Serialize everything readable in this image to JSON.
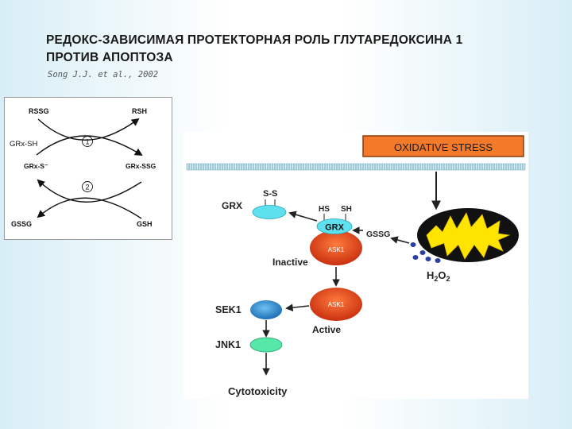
{
  "slide": {
    "title_line1": "РЕДОКС-ЗАВИСИМАЯ ПРОТЕКТОРНАЯ РОЛЬ ГЛУТАРЕДОКСИНА 1",
    "title_line2": "ПРОТИВ АПОПТОЗА",
    "citation": "Song J.J. et al., 2002"
  },
  "left_diagram": {
    "rssg": "RSSG",
    "rsh": "RSH",
    "grx_sh": "GRx-SH",
    "step1": "1",
    "grx_s": "GRx-S⁻",
    "grx_ssg": "GRx-SSG",
    "step2": "2",
    "gssg": "GSSG",
    "gsh": "GSH"
  },
  "right_diagram": {
    "oxidative_stress": "OXIDATIVE STRESS",
    "grx_oxidized": "GRX",
    "ss_label": "S-S",
    "hs_label": "HS",
    "sh_label": "SH",
    "grx_reduced": "GRX",
    "ask1_top": "ASK1",
    "gssg": "GSSG",
    "inactive": "Inactive",
    "h2o2": "H",
    "h2o2_sub1": "2",
    "h2o2_o": "O",
    "h2o2_sub2": "2",
    "ask1_bottom": "ASK1",
    "sek1": "SEK1",
    "active": "Active",
    "jnk1": "JNK1",
    "cytotoxicity": "Cytotoxicity"
  },
  "colors": {
    "oxidative_box": "#f47a2a",
    "membrane": "#9fc8d8",
    "grx_cyan": "#5fe0ee",
    "ask1_red": "#e2431a",
    "sek1_blue": "#2f8fd6",
    "jnk1_green": "#55e8a8",
    "mito_yellow": "#ffe400",
    "h2o2_dots": "#2b3f9e"
  }
}
